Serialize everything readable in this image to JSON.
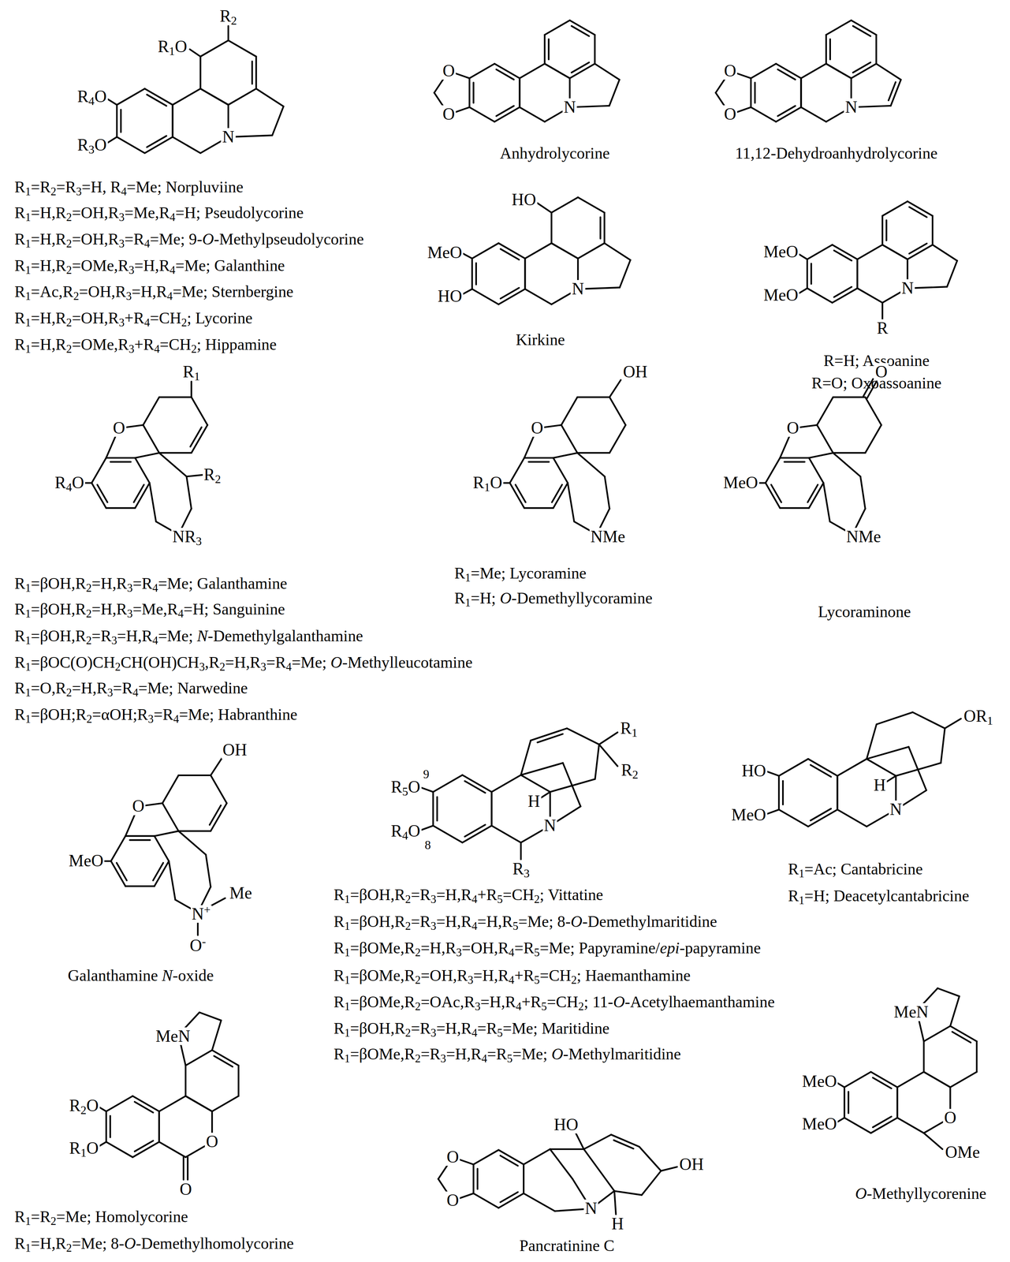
{
  "diagram": {
    "labels": [
      "R2",
      "R1O",
      "R4O",
      "R3O",
      "N",
      "R1=R2=R3=H, R4=Me; Norpluviine",
      "R1=H,R2=OH,R3=Me,R4=H; Pseudolycorine",
      "R1=H,R2=OH,R3=R4=Me; 9-O-Methylpseudolycorine",
      "R1=H,R2=OMe,R3=H,R4=Me; Galanthine",
      "R1=Ac,R2=OH,R3=H,R4=Me; Sternbergine",
      "R1=H,R2=OH,R3+R4=CH2; Lycorine",
      "R1=H,R2=OMe,R3+R4=CH2; Hippamine",
      "O",
      "O",
      "N",
      "Anhydrolycorine",
      "O",
      "O",
      "N",
      "11,12-Dehydroanhydrolycorine",
      "HO",
      "MeO",
      "HO",
      "N",
      "Kirkine",
      "MeO",
      "MeO",
      "N",
      "R",
      "R=H; Assoanine",
      "R=O; Oxoassoanine",
      "R1",
      "O",
      "R4O",
      "R2",
      "NR3",
      "R1=βOH,R2=H,R3=R4=Me; Galanthamine",
      "R1=βOH,R2=H,R3=Me,R4=H; Sanguinine",
      "R1=βOH,R2=R3=H,R4=Me; N-Demethylgalanthamine",
      "R1=βOC(O)CH2CH(OH)CH3,R2=H,R3=R4=Me; O-Methylleucotamine",
      "R1=O,R2=H,R3=R4=Me; Narwedine",
      "R1=βOH;R2=αOH;R3=R4=Me; Habranthine",
      "OH",
      "O",
      "R1O",
      "NMe",
      "R1=Me; Lycoramine",
      "R1=H; O-Demethyllycoramine",
      "O",
      "O",
      "MeO",
      "NMe",
      "Lycoraminone",
      "OH",
      "O",
      "MeO",
      "N+",
      "Me",
      "O-",
      "Galanthamine N-oxide",
      "R1",
      "R2",
      "R5O",
      "9",
      "R4O",
      "8",
      "H",
      "N",
      "R3",
      "R1=βOH,R2=R3=H,R4+R5=CH2; Vittatine",
      "R1=βOH,R2=R3=H,R4=H,R5=Me; 8-O-Demethylmaritidine",
      "R1=βOMe,R2=H,R3=OH,R4=R5=Me; Papyramine/epi-papyramine",
      "R1=βOMe,R2=OH,R3=H,R4+R5=CH2; Haemanthamine",
      "R1=βOMe,R2=OAc,R3=H,R4+R5=CH2; 11-O-Acetylhaemanthamine",
      "R1=βOH,R2=R3=H,R4=R5=Me; Maritidine",
      "R1=βOMe,R2=R3=H,R4=R5=Me; O-Methylmaritidine",
      "OR1",
      "HO",
      "MeO",
      "H",
      "N",
      "R1=Ac; Cantabricine",
      "R1=H; Deacetylcantabricine",
      "MeN",
      "R2O",
      "R1O",
      "O",
      "O",
      "R1=R2=Me; Homolycorine",
      "R1=H,R2=Me; 8-O-Demethylhomolycorine",
      "O",
      "O",
      "HO",
      "OH",
      "N",
      "H",
      "Pancratinine C",
      "MeN",
      "MeO",
      "MeO",
      "O",
      "OMe",
      "O-Methyllycorenine"
    ]
  }
}
